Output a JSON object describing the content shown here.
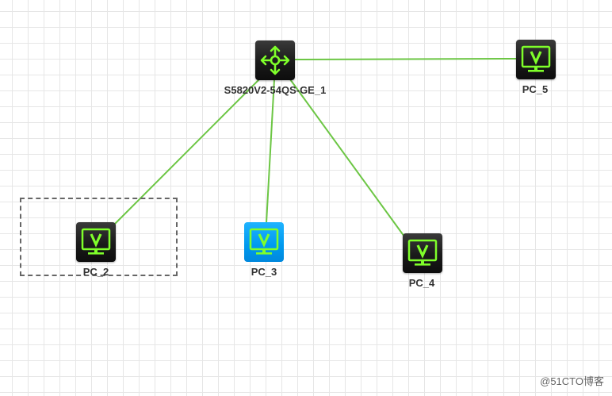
{
  "canvas": {
    "background": "#ffffff",
    "grid_color": "#e6e6e6"
  },
  "link_color": "#6cc644",
  "icon_accent": "#7fff2a",
  "devices": {
    "switch": {
      "label": "S5820V2-54QS-GE_1",
      "icon": "switch-arrows-icon"
    },
    "pc_2": {
      "label": "PC_2",
      "icon": "monitor-icon",
      "selected": false,
      "in_selection_box": true
    },
    "pc_3": {
      "label": "PC_3",
      "icon": "monitor-icon",
      "selected": true,
      "highlight_color": "#0aa4f5"
    },
    "pc_4": {
      "label": "PC_4",
      "icon": "monitor-icon",
      "selected": false
    },
    "pc_5": {
      "label": "PC_5",
      "icon": "monitor-icon",
      "selected": false
    }
  },
  "links": [
    [
      "switch",
      "pc_2"
    ],
    [
      "switch",
      "pc_3"
    ],
    [
      "switch",
      "pc_4"
    ],
    [
      "switch",
      "pc_5"
    ]
  ],
  "watermark": "@51CTO博客"
}
